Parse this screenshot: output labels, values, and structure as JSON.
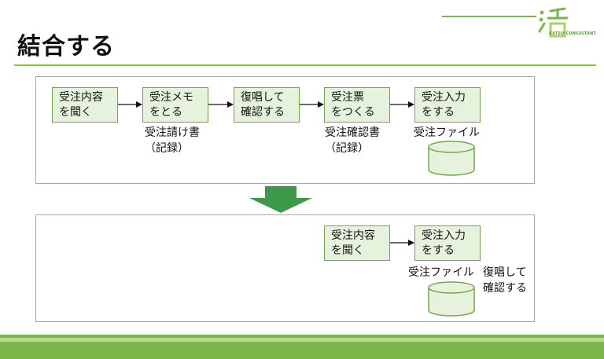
{
  "slide": {
    "title": "結合する",
    "logo_text": "KATSU CONSULTANT"
  },
  "before": {
    "steps": [
      {
        "lines": [
          "受注内容",
          "を聞く"
        ]
      },
      {
        "lines": [
          "受注メモ",
          "をとる"
        ]
      },
      {
        "lines": [
          "復唱して",
          "確認する"
        ]
      },
      {
        "lines": [
          "受注票",
          "をつくる"
        ]
      },
      {
        "lines": [
          "受注入力",
          "をする"
        ]
      }
    ],
    "captions": [
      {
        "lines": [
          "受注請け書",
          "（記録）"
        ]
      },
      {
        "lines": [
          "受注確認書",
          "（記録）"
        ]
      },
      {
        "lines": [
          "受注ファイル"
        ]
      }
    ]
  },
  "after": {
    "steps": [
      {
        "lines": [
          "受注内容",
          "を聞く"
        ]
      },
      {
        "lines": [
          "受注入力",
          "をする"
        ]
      }
    ],
    "captions": [
      {
        "lines": [
          "受注ファイル"
        ]
      },
      {
        "lines": [
          "復唱して",
          "確認する"
        ]
      }
    ]
  },
  "colors": {
    "accent": "#8dc63f",
    "box_fill": "#e6f2dc",
    "box_border": "#70a84a",
    "arrow": "#3e9a4a"
  }
}
